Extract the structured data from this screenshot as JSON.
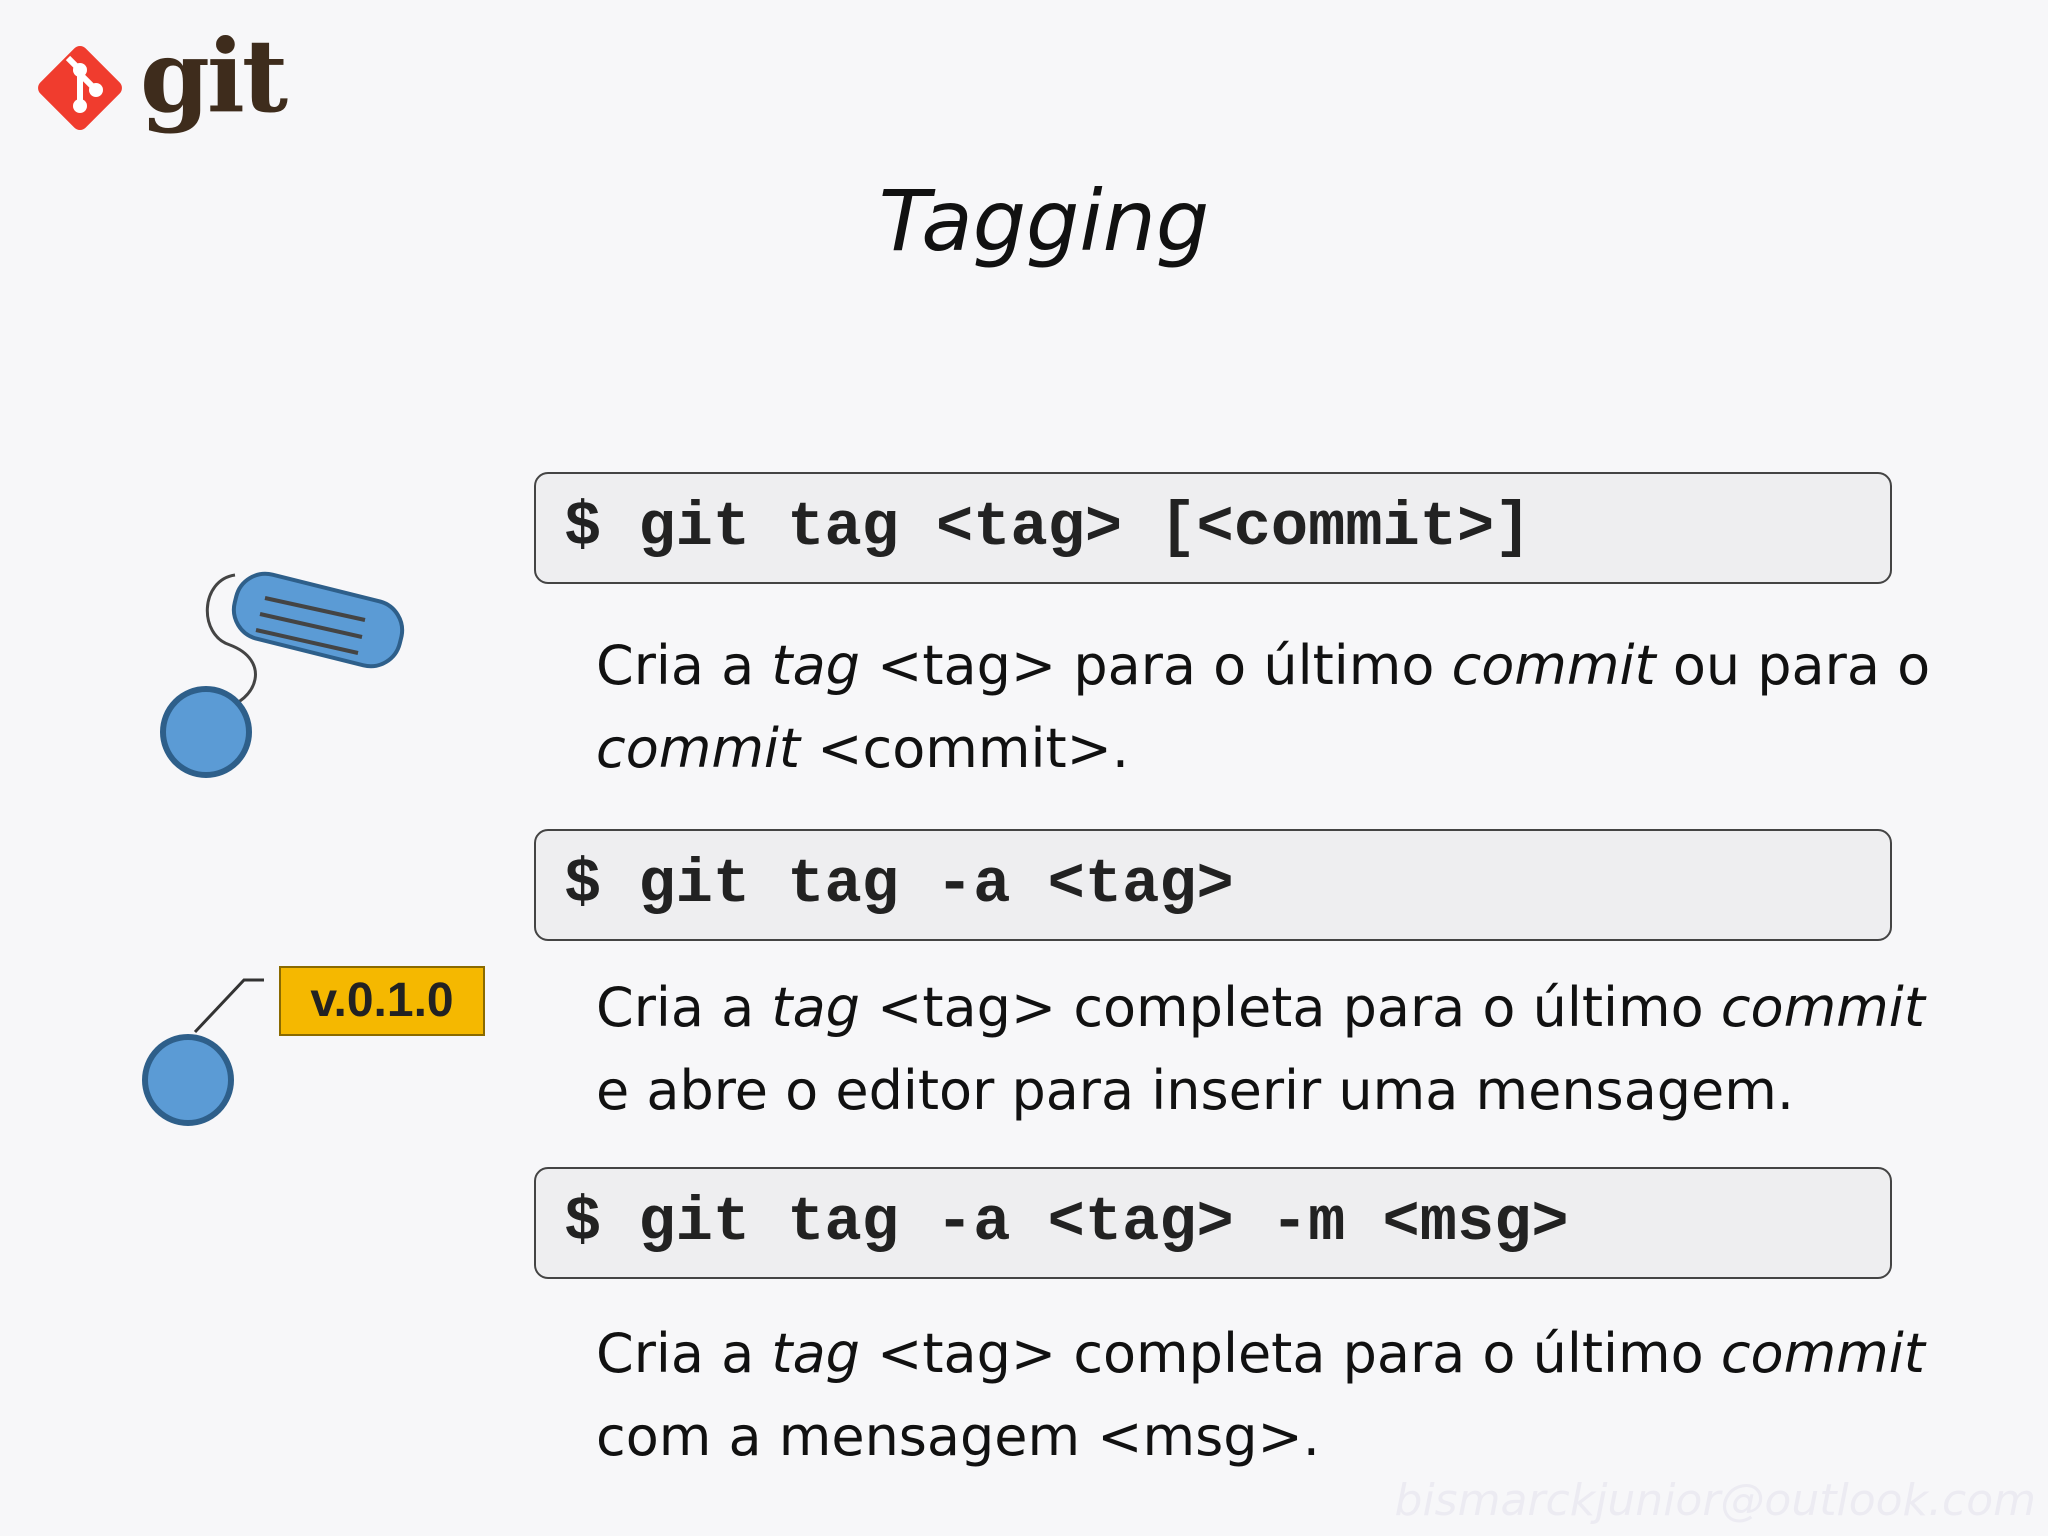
{
  "logo": {
    "text": "git",
    "brand_color": "#f03c2e"
  },
  "title": "Tagging",
  "commands": [
    {
      "command": "$ git tag <tag> [<commit>]",
      "description_line1": [
        "Cria a ",
        "tag",
        " <tag> para o último ",
        "commit",
        " ou para o"
      ],
      "description_line2": [
        "commit",
        " <commit>."
      ]
    },
    {
      "command": "$ git tag -a <tag>",
      "description_line1": [
        "Cria a ",
        "tag",
        " <tag> completa para o último ",
        "commit"
      ],
      "description_line2": [
        "e abre o editor para inserir uma mensagem."
      ]
    },
    {
      "command": "$ git tag -a <tag> -m <msg>",
      "description_line1": [
        "Cria a ",
        "tag",
        " <tag> completa para o último ",
        "commit"
      ],
      "description_line2": [
        "com a mensagem <msg>."
      ]
    }
  ],
  "annotated_tag_label": "v.0.1.0",
  "watermark": "bismarckjunior@outlook.com",
  "colors": {
    "commit_node": "#5b9bd5",
    "commit_node_border": "#2e5f8a",
    "tag_label_bg": "#f5b800",
    "command_box_bg": "#eeeef0"
  }
}
